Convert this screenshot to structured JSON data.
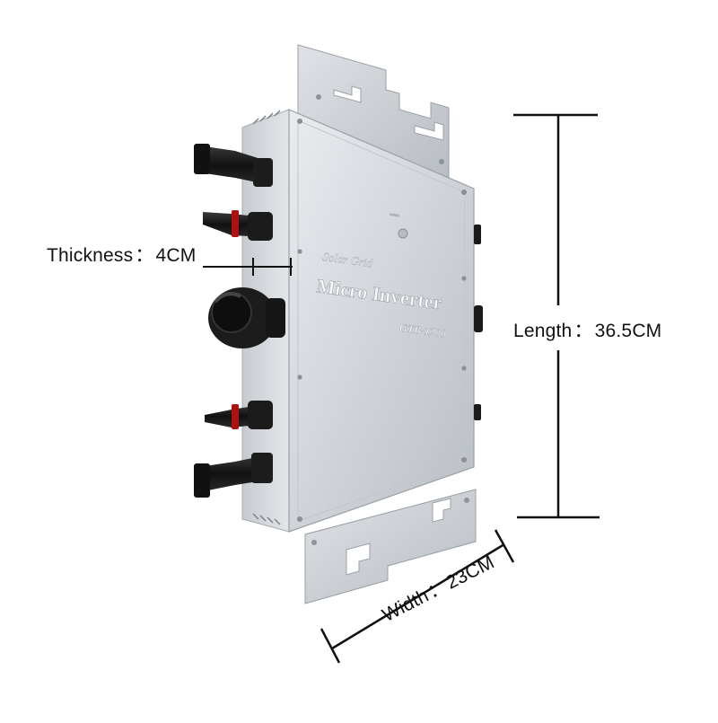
{
  "dimensions": {
    "thickness": {
      "label": "Thickness",
      "separator": "：",
      "value": "4CM"
    },
    "length": {
      "label": "Length",
      "separator": "：",
      "value": "36.5CM"
    },
    "width": {
      "label": "Width",
      "separator": "：",
      "value": "23CM"
    }
  },
  "product": {
    "brand": "Solar Grid",
    "name": "Micro Inverter",
    "model": "GTB-1200"
  },
  "colors": {
    "body_silver": "#cdd1d6",
    "body_highlight": "#eef0f3",
    "connector_black": "#151515",
    "dimension_lines": "#111111",
    "text": "#111111"
  },
  "icons": [
    "connector-mc4-male-icon",
    "connector-mc4-female-icon",
    "ac-round-connector-icon",
    "mounting-bracket-icon",
    "led-indicator-icon"
  ]
}
